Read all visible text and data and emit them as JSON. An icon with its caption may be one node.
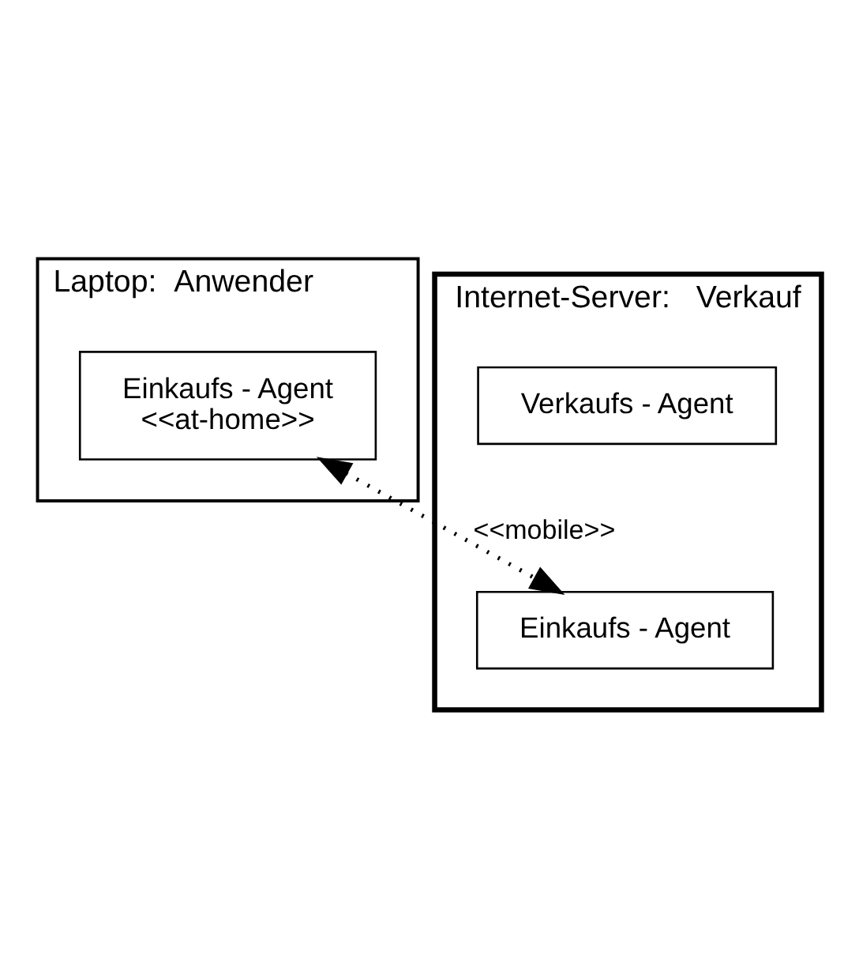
{
  "diagram": {
    "nodes": [
      {
        "text": [
          "Laptop:  Anwender"
        ]
      },
      {
        "text": [
          "Einkaufs - Agent",
          "<<at-home>>"
        ],
        "in": 0
      },
      {
        "text": [
          "Internet-Server:   Verkauf"
        ]
      },
      {
        "text": [
          "Verkaufs - Agent"
        ],
        "in": 2
      },
      {
        "text": [
          "Einkaufs - Agent"
        ],
        "in": 2
      }
    ],
    "edges": [
      {
        "from": 4,
        "to": 1,
        "arrow": "both",
        "label": "<<mobile>>",
        "style": "dashed"
      }
    ]
  }
}
